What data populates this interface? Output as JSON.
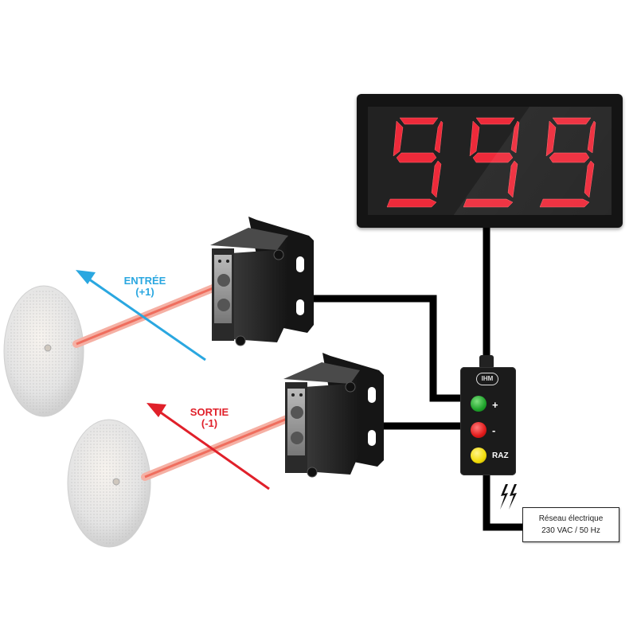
{
  "display": {
    "value": "999",
    "digits": [
      "9",
      "9",
      "9"
    ],
    "segment_color": "#ee2a3a",
    "frame_color": "#141414"
  },
  "beams": {
    "entry": {
      "label": "ENTRÉE",
      "value": "(+1)",
      "color": "#2aa7e0"
    },
    "exit": {
      "label": "SORTIE",
      "value": "(-1)",
      "color": "#e0202a"
    },
    "laser_color": "#f08a7a"
  },
  "controller": {
    "logo": "IHM",
    "buttons": [
      {
        "label": "+",
        "color": "#1fa32b"
      },
      {
        "label": "-",
        "color": "#e11a1a"
      },
      {
        "label": "RAZ",
        "color": "#f2dc08"
      }
    ]
  },
  "power": {
    "icon": "lightning-icon",
    "line1": "Réseau électrique",
    "line2": "230 VAC / 50 Hz"
  },
  "components": {
    "sensors": [
      "photoelectric-sensor-top",
      "photoelectric-sensor-bottom"
    ],
    "reflectors": [
      "reflector-top",
      "reflector-bottom"
    ]
  }
}
